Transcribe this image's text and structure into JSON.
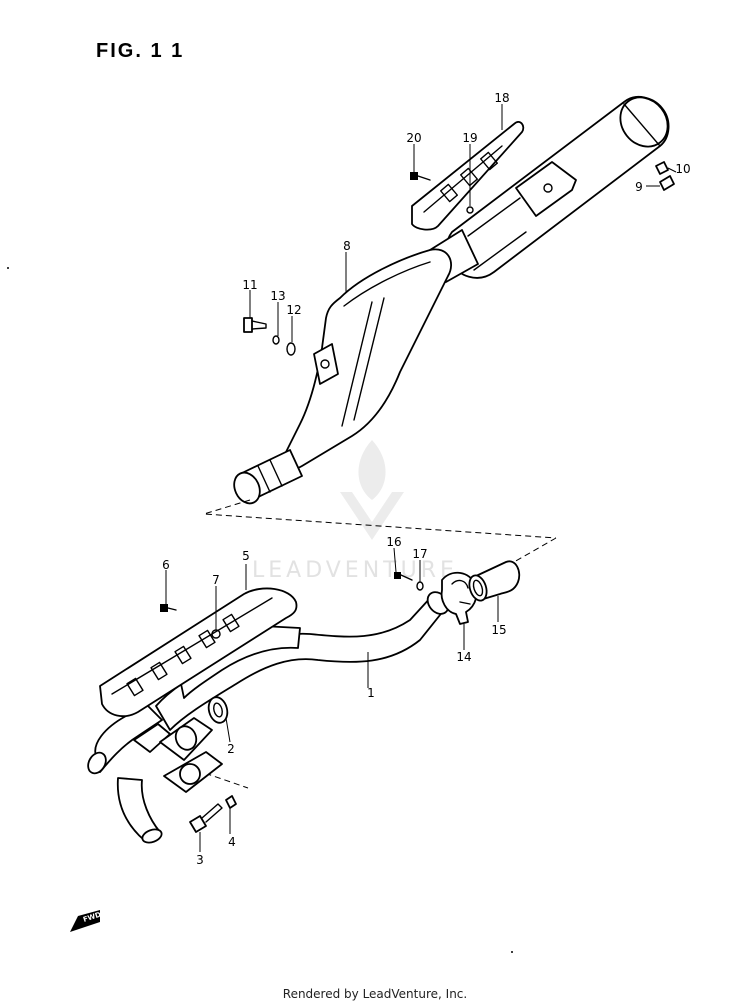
{
  "figure": {
    "title": "FIG. 1 1"
  },
  "watermark": {
    "text": "LEADVENTURE"
  },
  "fwd_badge": {
    "text": "FWD"
  },
  "footer": {
    "rendered_by": "Rendered by LeadVenture, Inc."
  },
  "parts": [
    {
      "id": "p1",
      "number": "1"
    },
    {
      "id": "p2",
      "number": "2"
    },
    {
      "id": "p3",
      "number": "3"
    },
    {
      "id": "p4",
      "number": "4"
    },
    {
      "id": "p5",
      "number": "5"
    },
    {
      "id": "p6",
      "number": "6"
    },
    {
      "id": "p7",
      "number": "7"
    },
    {
      "id": "p8",
      "number": "8"
    },
    {
      "id": "p9",
      "number": "9"
    },
    {
      "id": "p10",
      "number": "10"
    },
    {
      "id": "p11",
      "number": "11"
    },
    {
      "id": "p12",
      "number": "12"
    },
    {
      "id": "p13",
      "number": "13"
    },
    {
      "id": "p14",
      "number": "14"
    },
    {
      "id": "p15",
      "number": "15"
    },
    {
      "id": "p16",
      "number": "16"
    },
    {
      "id": "p17",
      "number": "17"
    },
    {
      "id": "p18",
      "number": "18"
    },
    {
      "id": "p19",
      "number": "19"
    },
    {
      "id": "p20",
      "number": "20"
    }
  ]
}
